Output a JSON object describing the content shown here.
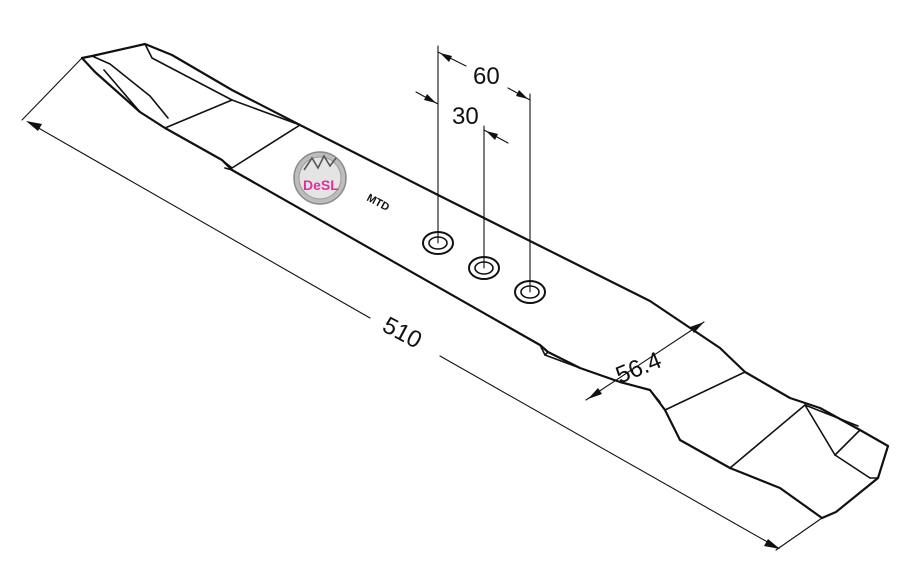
{
  "dimensions": {
    "length": "510",
    "width": "56.4",
    "hole_spacing_outer": "60",
    "hole_spacing_inner": "30"
  },
  "logo": {
    "text": "DeSL",
    "color_primary": "#e0309a",
    "color_secondary": "#2aa0d8",
    "badge_color": "#9a9a9a"
  },
  "blade_marking": "MTD"
}
